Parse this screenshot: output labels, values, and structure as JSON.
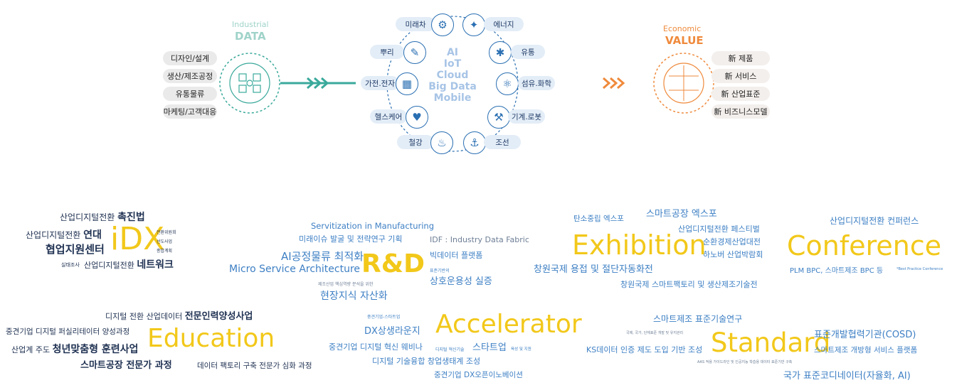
{
  "industrial": {
    "title1": "Industrial",
    "title2": "DATA",
    "items": [
      "디자인/설계",
      "생산/제조공정",
      "유통물류",
      "마케팅/고객대응"
    ]
  },
  "center": {
    "tech": [
      "AI",
      "IoT",
      "Cloud",
      "Big Data",
      "Mobile"
    ],
    "sectors": [
      "미래차",
      "에너지",
      "뿌리",
      "유통",
      "가전.전자",
      "섬유.화학",
      "헬스케어",
      "기계.로봇",
      "철강",
      "조선"
    ]
  },
  "economic": {
    "title1": "Economic",
    "title2": "VALUE",
    "items": [
      "新 제품",
      "新 서비스",
      "新 산업표준",
      "新 비즈니스모델"
    ]
  },
  "cloud": {
    "idx": {
      "big": "iDX",
      "l1": "산업디지털전환",
      "l1b": "촉진법",
      "l2": "산업디지털전환",
      "l2b": "연대",
      "l3": "협업지원센터",
      "l4a": "실태조사",
      "l4b": "산업디지털전환",
      "l4c": "네트워크",
      "s1": "전환위원회",
      "s2": "선도사업",
      "s3": "종합계획"
    },
    "rd": {
      "big": "R&D",
      "l1": "Servitization  in Manufacturing",
      "l2": "미래이슈 발굴 및  전략연구 기획",
      "l3": "AI공정물류 최적화",
      "l4": "Micro Service Architecture",
      "l5": "IDF : Industry Data Fabric",
      "l6": "빅데이터 플랫폼",
      "l7": "표준기반의",
      "l8": "상호운용성 실증",
      "l9": "제조산업 핵심역량  분석을 위한",
      "l10": "현장지식 자산화"
    },
    "exhibition": {
      "big": "Exhibition",
      "l1": "탄소중립 엑스포",
      "l2": "스마트공장 엑스포",
      "l3": "산업디지털전환 페스티벌",
      "l4": "순환경제산업대전",
      "l5": "하노버 산업박람회",
      "l6": "창원국제 용접 및 절단자동화전",
      "l7": "창원국제 스마트팩토리 및 생산제조기술전"
    },
    "conference": {
      "big": "Conference",
      "l1": "산업디지털전환 컨퍼런스",
      "l2": "PLM BPC, 스마트제조 BPC 등",
      "l3": "*Best Practice Conference"
    },
    "education": {
      "big": "Education",
      "l1": "디지털 전환 산업데이터",
      "l1b": "전문인력양성사업",
      "l2": "중견기업 디지털 퍼실리테이터 양성과정",
      "l3a": "산업계 주도",
      "l3b": "청년맞춤형 훈련사업",
      "l4": "스마트공장 전문가 과정",
      "l5": "데이터 팩토리 구축 전문가 심화 과정"
    },
    "accelerator": {
      "big": "Accelerator",
      "l1": "중견기업-스타트업",
      "l2": "DX상생라운지",
      "l3": "중견기업 디지털 혁신 웨비나",
      "l4": "디지털 혁신기술",
      "l5": "스타트업",
      "l6": "육성 및 지원",
      "l7": "디지털 기술융합 창업생태계 조성",
      "l8": "중견기업 DX오픈이노베이션"
    },
    "standard": {
      "big": "Standard",
      "l1": "스마트제조 표준기술연구",
      "l2": "국제, 국가, 단체표준 개발 및 유지관리",
      "l3": "KS데이터 인증 제도 도입 기반 조성",
      "l4": "표준개발협력기관(COSD)",
      "l5": "스마트제조 개방형 서비스 플랫폼",
      "l6": "AAS 적용 가이드라인 및 인공지능 학습용 데이터 표준기반 구축",
      "l7": "국가 표준코디네이터(자율화, AI)"
    }
  },
  "colors": {
    "teal": "#3aa99b",
    "orange": "#ef8a3c",
    "blue": "#2a6fb2",
    "yellow": "#f2c81a",
    "navy": "#1f3152"
  }
}
